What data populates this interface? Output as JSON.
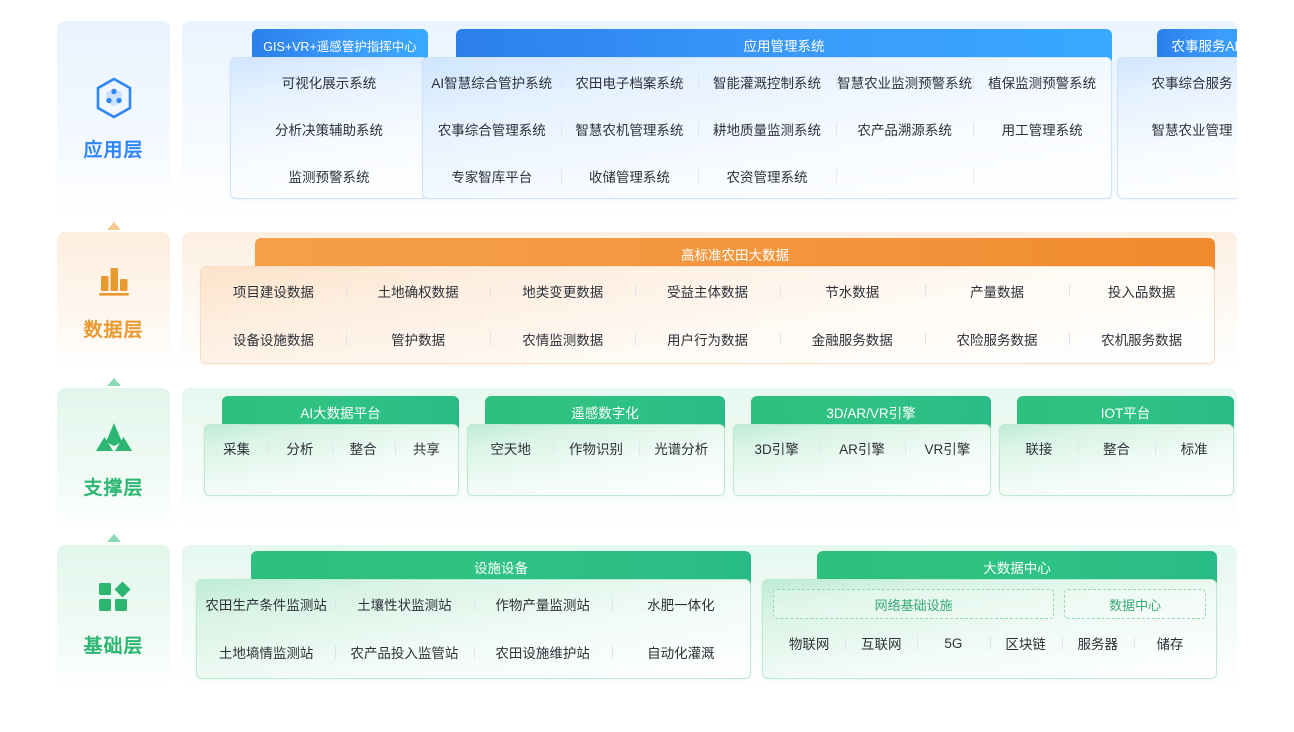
{
  "theme": {
    "blue": "#2f86f6",
    "orange": "#e89a30",
    "green": "#2cb672",
    "blue_head": "#2b7fed",
    "orange_head": "#f3953c",
    "green_head": "#2ec07c"
  },
  "layers": [
    {
      "key": "application",
      "label": "应用层",
      "icon": "cube-box-icon",
      "cards": [
        {
          "key": "gis-center",
          "title": "GIS+VR+遥感管护指挥中心",
          "rows": [
            [
              "可视化展示系统"
            ],
            [
              "分析决策辅助系统"
            ],
            [
              "监测预警系统"
            ]
          ]
        },
        {
          "key": "app-mgmt",
          "title": "应用管理系统",
          "rows": [
            [
              "AI智慧综合管护系统",
              "农田电子档案系统",
              "智能灌溉控制系统",
              "智慧农业监测预警系统",
              "植保监测预警系统"
            ],
            [
              "农事综合管理系统",
              "智慧农机管理系统",
              "耕地质量监测系统",
              "农产品溯源系统",
              "用工管理系统"
            ],
            [
              "专家智库平台",
              "收储管理系统",
              "农资管理系统",
              "",
              ""
            ]
          ]
        },
        {
          "key": "farm-app",
          "title": "农事服务APP",
          "rows": [
            [
              "农事综合服务"
            ],
            [
              "智慧农业管理"
            ],
            [
              ""
            ]
          ]
        }
      ]
    },
    {
      "key": "data",
      "label": "数据层",
      "icon": "bar-chart-icon",
      "cards": [
        {
          "key": "farmland-bigdata",
          "title": "高标准农田大数据",
          "rows": [
            [
              "项目建设数据",
              "土地确权数据",
              "地类变更数据",
              "受益主体数据",
              "节水数据",
              "产量数据",
              "投入品数据"
            ],
            [
              "设备设施数据",
              "管护数据",
              "农情监测数据",
              "用户行为数据",
              "金融服务数据",
              "农险服务数据",
              "农机服务数据"
            ]
          ]
        }
      ]
    },
    {
      "key": "support",
      "label": "支撑层",
      "icon": "mountain-triangles-icon",
      "cards": [
        {
          "key": "ai-bigdata-platform",
          "title": "AI大数据平台",
          "rows": [
            [
              "采集",
              "分析",
              "整合",
              "共享"
            ]
          ]
        },
        {
          "key": "remote-sensing-digital",
          "title": "遥感数字化",
          "rows": [
            [
              "空天地",
              "作物识别",
              "光谱分析"
            ]
          ]
        },
        {
          "key": "3d-ar-vr-engine",
          "title": "3D/AR/VR引擎",
          "rows": [
            [
              "3D引擎",
              "AR引擎",
              "VR引擎"
            ]
          ]
        },
        {
          "key": "iot-platform",
          "title": "IOT平台",
          "rows": [
            [
              "联接",
              "整合",
              "标准"
            ]
          ]
        }
      ]
    },
    {
      "key": "base",
      "label": "基础层",
      "icon": "squares-diamond-icon",
      "cards": [
        {
          "key": "facilities-equipment",
          "title": "设施设备",
          "rows": [
            [
              "农田生产条件监测站",
              "土壤性状监测站",
              "作物产量监测站",
              "水肥一体化"
            ],
            [
              "土地墒情监测站",
              "农产品投入监管站",
              "农田设施维护站",
              "自动化灌溉"
            ]
          ]
        },
        {
          "key": "big-data-center",
          "title": "大数据中心",
          "groups": [
            {
              "key": "network-infrastructure",
              "label": "网络基础设施",
              "items": [
                "物联网",
                "互联网",
                "5G",
                "区块链"
              ]
            },
            {
              "key": "data-center",
              "label": "数据中心",
              "items": [
                "服务器",
                "储存"
              ]
            }
          ]
        }
      ]
    }
  ]
}
